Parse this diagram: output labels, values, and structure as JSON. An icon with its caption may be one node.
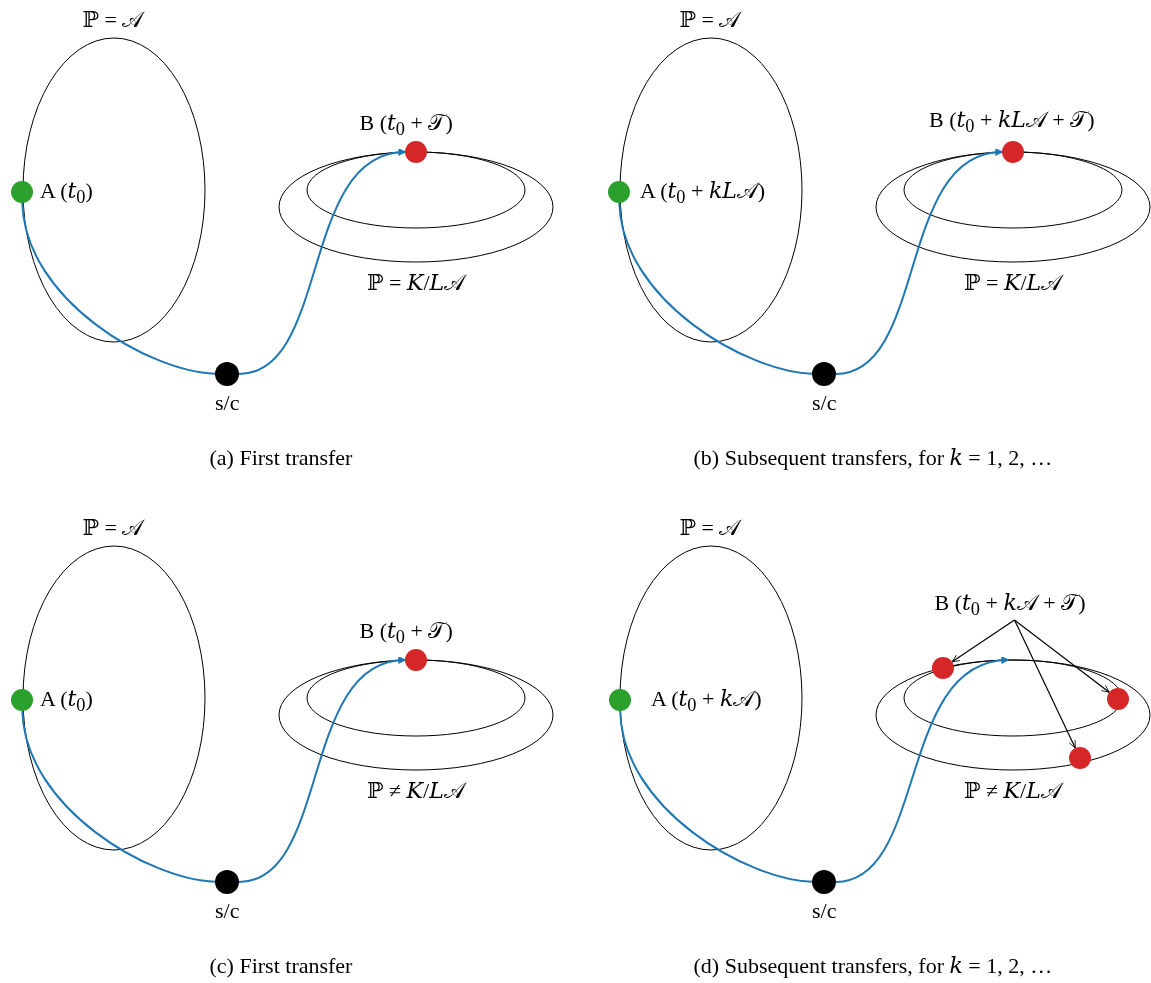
{
  "diagram": {
    "nodes": [
      {
        "text": [],
        "shape": "circle",
        "beside": [
          "A (𝑡$_{0}$)"
        ]
      },
      {
        "text": [],
        "shape": "circle",
        "beside": [
          "B (𝑡$_{0}$ + 𝒯)"
        ]
      },
      {
        "text": [],
        "shape": "circle",
        "beside": [
          "s/c"
        ]
      },
      {
        "text": [],
        "shape": "circle",
        "beside": [
          "A (𝑡$_{0}$ + 𝑘𝐿𝒜)"
        ]
      },
      {
        "text": [],
        "shape": "circle",
        "beside": [
          "B (𝑡$_{0}$ + 𝑘𝐿𝒜 + 𝒯)"
        ]
      },
      {
        "text": [],
        "shape": "circle",
        "beside": [
          "s/c"
        ]
      },
      {
        "text": [],
        "shape": "circle",
        "beside": [
          "A (𝑡$_{0}$)"
        ]
      },
      {
        "text": [],
        "shape": "circle",
        "beside": [
          "B (𝑡$_{0}$ + 𝒯)"
        ]
      },
      {
        "text": [],
        "shape": "circle",
        "beside": [
          "s/c"
        ]
      },
      {
        "text": [],
        "shape": "circle",
        "beside": [
          "A (𝑡$_{0}$ + 𝑘𝒜)"
        ]
      },
      {
        "text": [
          "B (𝑡$_{0}$ + 𝑘𝒜 + 𝒯)"
        ]
      },
      {
        "text": [],
        "shape": "circle"
      },
      {
        "text": [],
        "shape": "circle"
      },
      {
        "text": [],
        "shape": "circle"
      },
      {
        "text": [],
        "shape": "circle",
        "beside": [
          "s/c"
        ]
      },
      {
        "text": [],
        "shape": "ellipse"
      }
    ],
    "edges": [
      {
        "from": 0,
        "to": 2,
        "arrow": "none"
      },
      {
        "from": 2,
        "to": 1,
        "arrow": "to"
      },
      {
        "from": 3,
        "to": 5,
        "arrow": "none"
      },
      {
        "from": 5,
        "to": 4,
        "arrow": "to"
      },
      {
        "from": 6,
        "to": 8,
        "arrow": "none"
      },
      {
        "from": 8,
        "to": 7,
        "arrow": "to"
      },
      {
        "from": 9,
        "to": 14,
        "arrow": "none"
      },
      {
        "from": 14,
        "to": 15,
        "arrow": "to"
      },
      {
        "from": 10,
        "to": 11,
        "arrow": "to",
        "color": "#000000"
      },
      {
        "from": 10,
        "to": 12,
        "arrow": "to",
        "color": "#000000"
      },
      {
        "from": 10,
        "to": 13,
        "arrow": "to",
        "color": "#000000"
      }
    ],
    "labels": [
      "ℙ = 𝒜",
      "ℙ = 𝐾/𝐿𝒜",
      "ℙ = 𝒜",
      "ℙ = 𝐾/𝐿𝒜",
      "(a) First transfer",
      "(b) Subsequent transfers, for 𝑘 = 1, 2, …",
      "ℙ = 𝒜",
      "ℙ ≠ 𝐾/𝐿𝒜",
      "ℙ = 𝒜",
      "ℙ ≠ 𝐾/𝐿𝒜",
      "(c) First transfer",
      "(d) Subsequent transfers, for 𝑘 = 1, 2, …"
    ]
  }
}
